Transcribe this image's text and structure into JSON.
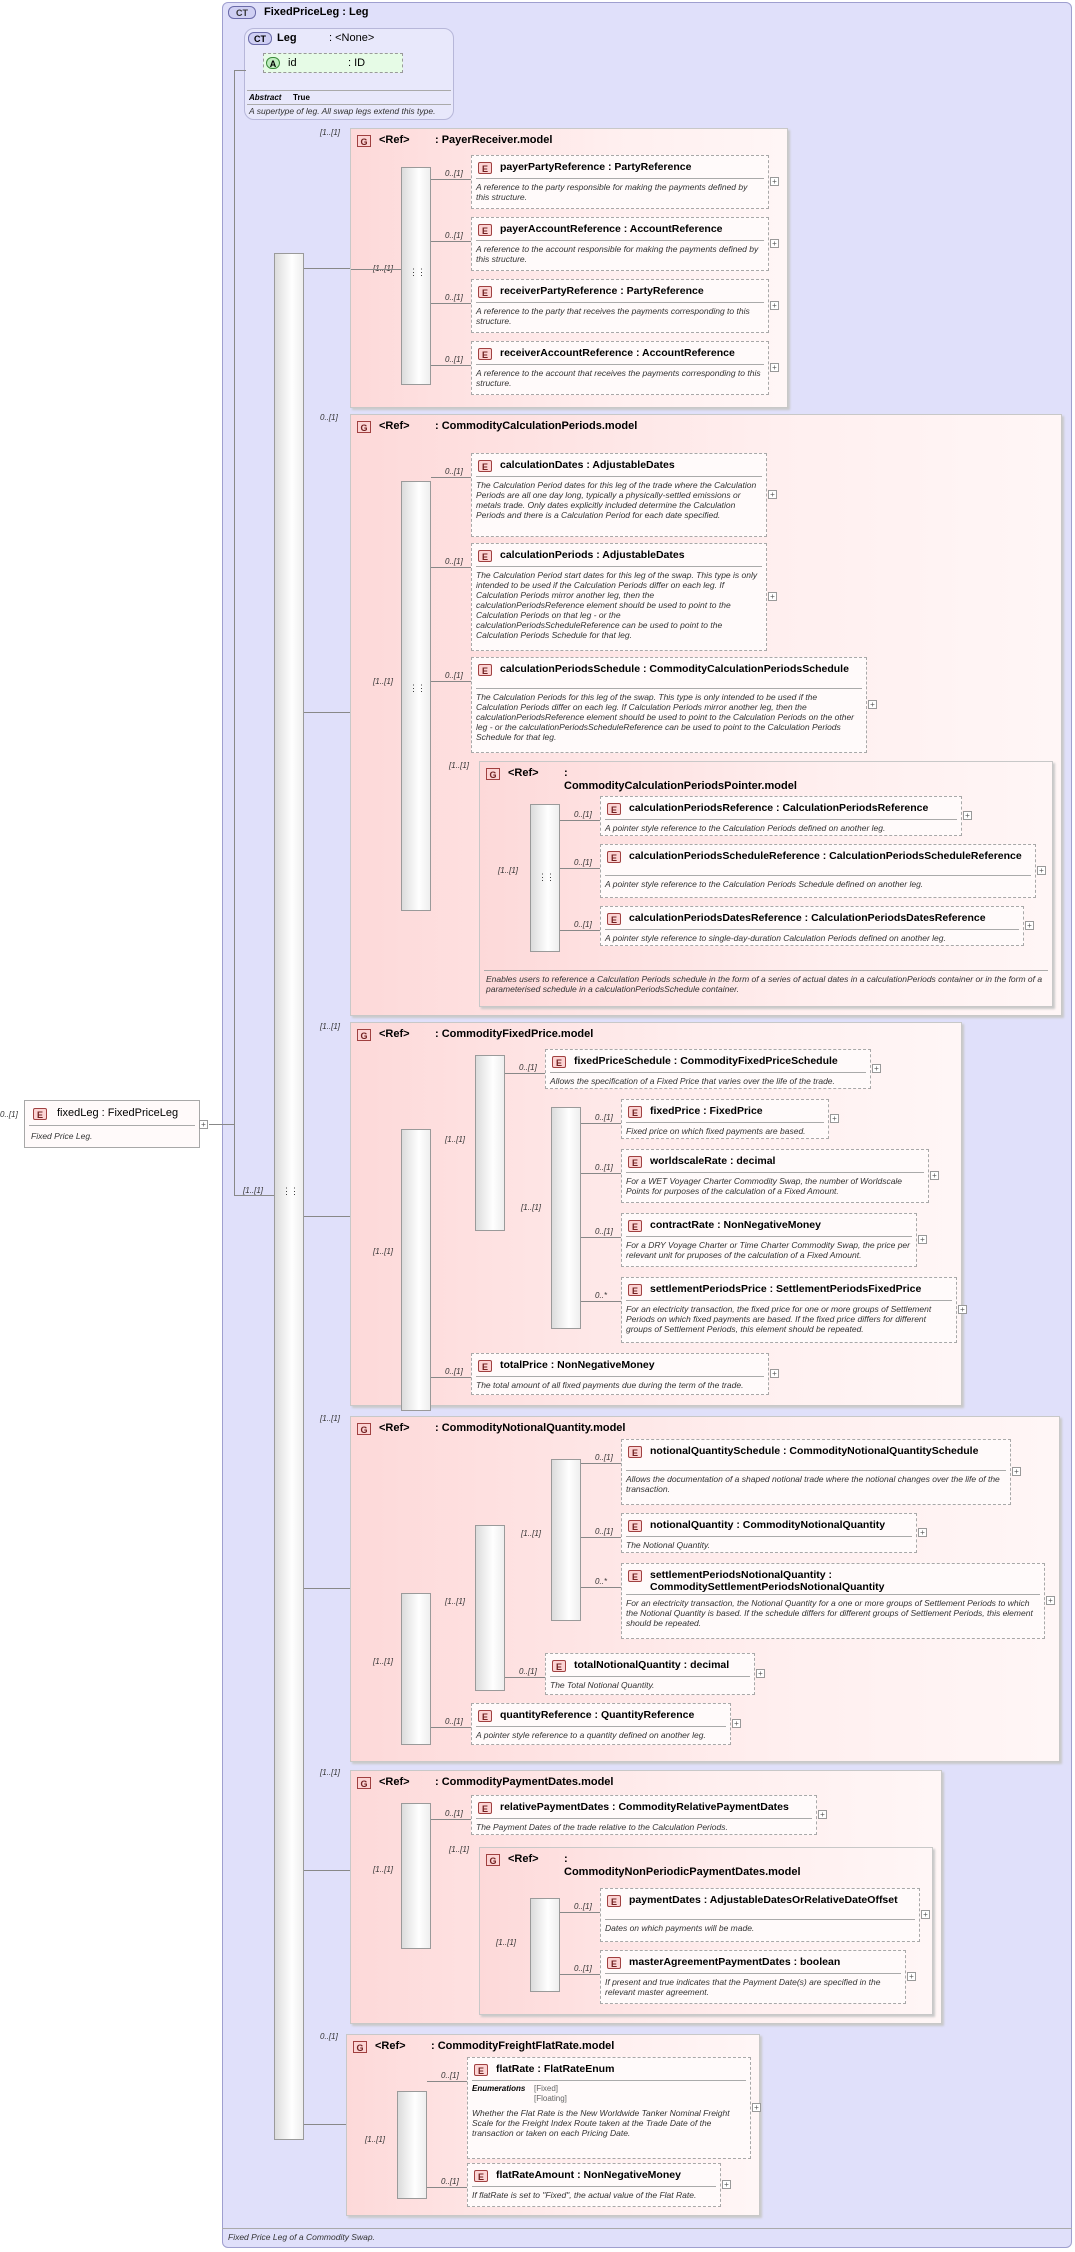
{
  "complex_type": {
    "badge": "CT",
    "title": "FixedPriceLeg : Leg",
    "footer": "Fixed Price Leg of a Commodity Swap."
  },
  "base": {
    "badge": "CT",
    "name": "Leg",
    "type": ": <None>",
    "attr_badge": "A",
    "attr_name": "id",
    "attr_type": ": ID",
    "abstract_label": "Abstract",
    "abstract_value": "True",
    "desc": "A supertype of leg. All swap legs extend this type."
  },
  "root": {
    "card": "0..[1]",
    "name": "fixedLeg : FixedPriceLeg",
    "desc": "Fixed Price Leg."
  },
  "main_card": "[1..[1]",
  "groups": [
    {
      "card": "[1..[1]",
      "title": "<Ref>",
      "name": ": PayerReceiver.model",
      "seq_card": "[1..[1]",
      "elements": [
        {
          "card": "0..[1]",
          "name": "payerPartyReference : PartyReference",
          "desc": "A reference to the party responsible for making the payments defined by this structure."
        },
        {
          "card": "0..[1]",
          "name": "payerAccountReference : AccountReference",
          "desc": "A reference to the account responsible for making the payments defined by this structure."
        },
        {
          "card": "0..[1]",
          "name": "receiverPartyReference : PartyReference",
          "desc": "A reference to the party that receives the payments corresponding to this structure."
        },
        {
          "card": "0..[1]",
          "name": "receiverAccountReference : AccountReference",
          "desc": "A reference to the account that receives the payments corresponding to this structure."
        }
      ]
    },
    {
      "card": "0..[1]",
      "title": "<Ref>",
      "name": ": CommodityCalculationPeriods.model",
      "seq_card": "[1..[1]",
      "elements": [
        {
          "card": "0..[1]",
          "name": "calculationDates : AdjustableDates",
          "desc": "The Calculation Period dates for this leg of the trade where the Calculation Periods are all one day long, typically a physically-settled emissions or metals trade. Only dates explicitly included determine the Calculation Periods and there is a Calculation Period for each date specified."
        },
        {
          "card": "0..[1]",
          "name": "calculationPeriods : AdjustableDates",
          "desc": "The Calculation Period start dates for this leg of the swap. This type is only intended to be used if the Calculation Periods differ on each leg. If Calculation Periods mirror another leg, then the calculationPeriodsReference element should be used to point to the Calculation Periods on that leg - or the calculationPeriodsScheduleReference can be used to point to the Calculation Periods Schedule for that leg."
        },
        {
          "card": "0..[1]",
          "name": "calculationPeriodsSchedule : CommodityCalculationPeriodsSchedule",
          "desc": "The Calculation Periods for this leg of the swap. This type is only intended to be used if the Calculation Periods differ on each leg. If Calculation Periods mirror another leg, then the calculationPeriodsReference element should be used to point to the Calculation Periods on the other leg - or the calculationPeriodsScheduleReference can be used to point to the Calculation Periods Schedule for that leg."
        }
      ],
      "sub": {
        "card": "[1..[1]",
        "title": "<Ref>",
        "name": ": CommodityCalculationPeriodsPointer.model",
        "seq_card": "[1..[1]",
        "elements": [
          {
            "card": "0..[1]",
            "name": "calculationPeriodsReference : CalculationPeriodsReference",
            "desc": "A pointer style reference to the Calculation Periods defined on another leg."
          },
          {
            "card": "0..[1]",
            "name": "calculationPeriodsScheduleReference : CalculationPeriodsScheduleReference",
            "desc": "A pointer style reference to the Calculation Periods Schedule defined on another leg."
          },
          {
            "card": "0..[1]",
            "name": "calculationPeriodsDatesReference : CalculationPeriodsDatesReference",
            "desc": "A pointer style reference to single-day-duration Calculation Periods defined on another leg."
          }
        ],
        "footer": "Enables users to reference a Calculation Periods schedule in the form of a series of actual dates in a calculationPeriods container or in the form of a parameterised schedule in a calculationPeriodsSchedule container."
      }
    },
    {
      "card": "[1..[1]",
      "title": "<Ref>",
      "name": ": CommodityFixedPrice.model",
      "seq_card": "[1..[1]",
      "choice_card": "[1..[1]",
      "inner_card": "[1..[1]",
      "first": {
        "card": "0..[1]",
        "name": "fixedPriceSchedule : CommodityFixedPriceSchedule",
        "desc": "Allows the specification of a Fixed Price that varies over the life of the trade."
      },
      "inner": [
        {
          "card": "0..[1]",
          "name": "fixedPrice : FixedPrice",
          "desc": "Fixed price on which fixed payments are based."
        },
        {
          "card": "0..[1]",
          "name": "worldscaleRate : decimal",
          "desc": "For a WET Voyager Charter Commodity Swap, the number of Worldscale Points for purposes of the calculation of a Fixed Amount."
        },
        {
          "card": "0..[1]",
          "name": "contractRate : NonNegativeMoney",
          "desc": "For a DRY Voyage Charter or Time Charter Commodity Swap, the price per relevant unit for pruposes of the calculation of a Fixed Amount."
        },
        {
          "card": "0..*",
          "name": "settlementPeriodsPrice : SettlementPeriodsFixedPrice",
          "desc": "For an electricity transaction, the fixed price for one or more groups of Settlement Periods on which fixed payments are based. If the fixed price differs for different groups of Settlement Periods, this element should be repeated."
        }
      ],
      "last": {
        "card": "0..[1]",
        "name": "totalPrice : NonNegativeMoney",
        "desc": "The total amount of all fixed payments due during the term of the trade."
      }
    },
    {
      "card": "[1..[1]",
      "title": "<Ref>",
      "name": ": CommodityNotionalQuantity.model",
      "seq_card": "[1..[1]",
      "choice_card": "[1..[1]",
      "inner_card": "[1..[1]",
      "inner": [
        {
          "card": "0..[1]",
          "name": "notionalQuantitySchedule : CommodityNotionalQuantitySchedule",
          "desc": "Allows the documentation of a shaped notional trade where the notional changes over the life of the transaction."
        },
        {
          "card": "0..[1]",
          "name": "notionalQuantity : CommodityNotionalQuantity",
          "desc": "The Notional Quantity."
        },
        {
          "card": "0..*",
          "name": "settlementPeriodsNotionalQuantity : CommoditySettlementPeriodsNotionalQuantity",
          "desc": "For an electricity transaction, the Notional Quantity for a one or more groups of Settlement Periods to which the Notional Quantity is based. If the schedule differs for different groups of Settlement Periods, this element should be repeated."
        }
      ],
      "mid": {
        "card": "0..[1]",
        "name": "totalNotionalQuantity : decimal",
        "desc": "The Total Notional Quantity."
      },
      "last": {
        "card": "0..[1]",
        "name": "quantityReference : QuantityReference",
        "desc": "A pointer style reference to a quantity defined on another leg."
      }
    },
    {
      "card": "[1..[1]",
      "title": "<Ref>",
      "name": ": CommodityPaymentDates.model",
      "seq_card": "[1..[1]",
      "first": {
        "card": "0..[1]",
        "name": "relativePaymentDates : CommodityRelativePaymentDates",
        "desc": "The Payment Dates of the trade relative to the Calculation Periods."
      },
      "sub": {
        "card": "[1..[1]",
        "title": "<Ref>",
        "name": ": CommodityNonPeriodicPaymentDates.model",
        "seq_card": "[1..[1]",
        "elements": [
          {
            "card": "0..[1]",
            "name": "paymentDates : AdjustableDatesOrRelativeDateOffset",
            "desc": "Dates on which payments will be made."
          },
          {
            "card": "0..[1]",
            "name": "masterAgreementPaymentDates : boolean",
            "desc": "If present and true indicates that the Payment Date(s) are specified in the relevant master agreement."
          }
        ]
      }
    },
    {
      "card": "0..[1]",
      "title": "<Ref>",
      "name": ": CommodityFreightFlatRate.model",
      "seq_card": "[1..[1]",
      "elements": [
        {
          "card": "0..[1]",
          "name": "flatRate : FlatRateEnum",
          "enum_label": "Enumerations",
          "enum_values": [
            "[Fixed]",
            "[Floating]"
          ],
          "desc": "Whether the Flat Rate is the New Worldwide Tanker Nominal Freight Scale for the Freight Index Route taken at the Trade Date of the transaction or taken on each Pricing Date."
        },
        {
          "card": "0..[1]",
          "name": "flatRateAmount : NonNegativeMoney",
          "desc": "If flatRate is set to \"Fixed\", the actual value of the Flat Rate."
        }
      ]
    }
  ]
}
